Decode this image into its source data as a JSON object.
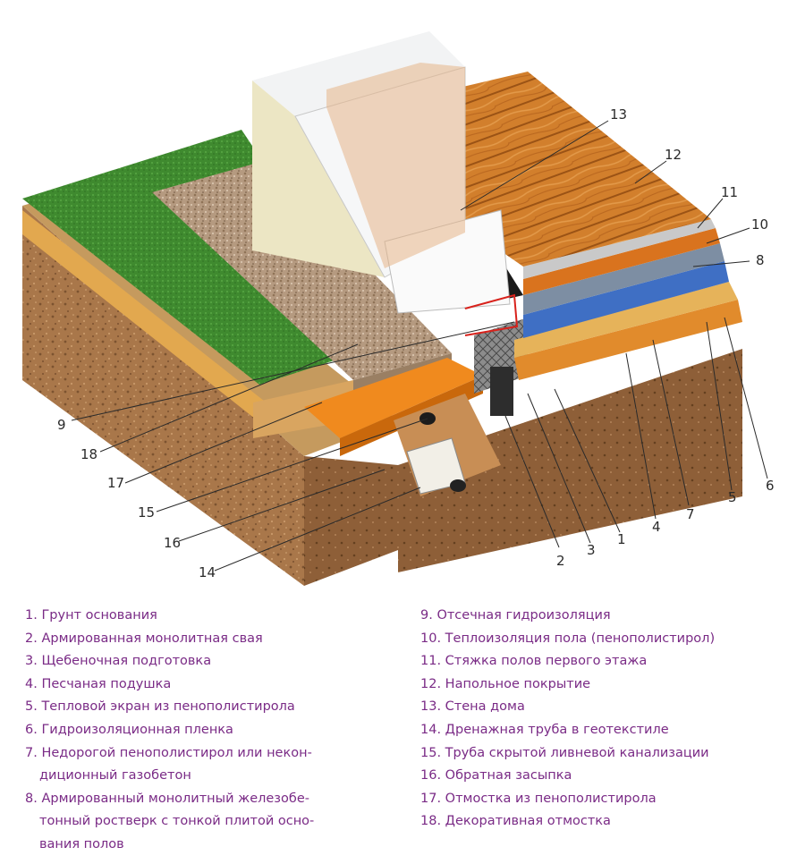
{
  "callouts": {
    "n1": "1",
    "n2": "2",
    "n3": "3",
    "n4": "4",
    "n5": "5",
    "n6": "6",
    "n7": "7",
    "n8": "8",
    "n9": "9",
    "n10": "10",
    "n11": "11",
    "n12": "12",
    "n13": "13",
    "n14": "14",
    "n15": "15",
    "n16": "16",
    "n17": "17",
    "n18": "18"
  },
  "legend": {
    "left": [
      "1. Грунт основания",
      "2. Армированная монолитная свая",
      "3. Щебеночная подготовка",
      "4. Песчаная подушка",
      "5. Тепловой экран из пенополистирола",
      "6. Гидроизоляционная пленка",
      "7. Недорогой пенополистирол или некон-",
      "диционный газобетон",
      "8. Армированный монолитный железобе-",
      "тонный ростверк с тонкой плитой осно-",
      "вания полов"
    ],
    "right": [
      "9. Отсечная гидроизоляция",
      "10. Теплоизоляция пола (пенополистирол)",
      "11. Стяжка полов первого этажа",
      "12. Напольное покрытие",
      "13. Стена дома",
      "14. Дренажная труба в геотекстиле",
      "15. Труба скрытой ливневой канализации",
      "16. Обратная засыпка",
      "17. Отмостка из пенополистирола",
      "18. Декоративная отмостка"
    ]
  }
}
